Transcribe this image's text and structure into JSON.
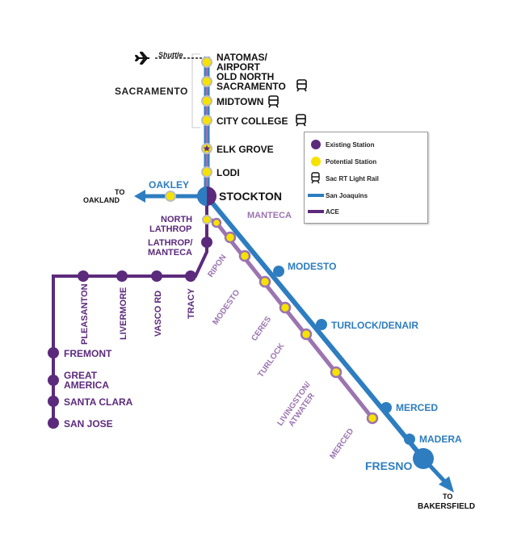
{
  "colors": {
    "purple": "#5c2a7c",
    "purple_light": "#9b74b0",
    "blue": "#2d7dc0",
    "yellow": "#f6e200",
    "stroke_light": "#bdbdbd"
  },
  "labels": {
    "shuttle": "Shuttle",
    "sacramento": "SACRAMENTO",
    "natomas_1": "NATOMAS/",
    "natomas_2": "AIRPORT",
    "oldnorth_1": "OLD NORTH",
    "oldnorth_2": "SACRAMENTO",
    "midtown": "MIDTOWN",
    "citycollege": "CITY COLLEGE",
    "elkgrove": "ELK GROVE",
    "lodi": "LODI",
    "stockton": "STOCKTON",
    "oakley": "OAKLEY",
    "to_oakland_1": "TO",
    "to_oakland_2": "OAKLAND",
    "manteca": "MANTECA",
    "north_lathrop_1": "NORTH",
    "north_lathrop_2": "LATHROP",
    "lathrop_manteca_1": "LATHROP/",
    "lathrop_manteca_2": "MANTECA",
    "pleasanton": "PLEASANTON",
    "livermore": "LIVERMORE",
    "vasco": "VASCO RD",
    "tracy": "TRACY",
    "fremont": "FREMONT",
    "great_america_1": "GREAT",
    "great_america_2": "AMERICA",
    "santa_clara": "SANTA CLARA",
    "san_jose": "SAN JOSE",
    "ripon": "RIPON",
    "modesto_ace": "MODESTO",
    "ceres": "CERES",
    "turlock_ace": "TURLOCK",
    "livingston_1": "LIVINGSTON/",
    "livingston_2": "ATWATER",
    "merced_ace": "MERCED",
    "modesto_sj": "MODESTO",
    "turlock_denair": "TURLOCK/DENAIR",
    "merced_sj": "MERCED",
    "madera": "MADERA",
    "fresno": "FRESNO",
    "to_bakersfield_1": "TO",
    "to_bakersfield_2": "BAKERSFIELD"
  },
  "legend": {
    "existing": "Existing Station",
    "potential": "Potential Station",
    "light_rail": "Sac RT Light Rail",
    "san_joaquins": "San Joaquins",
    "ace": "ACE"
  }
}
